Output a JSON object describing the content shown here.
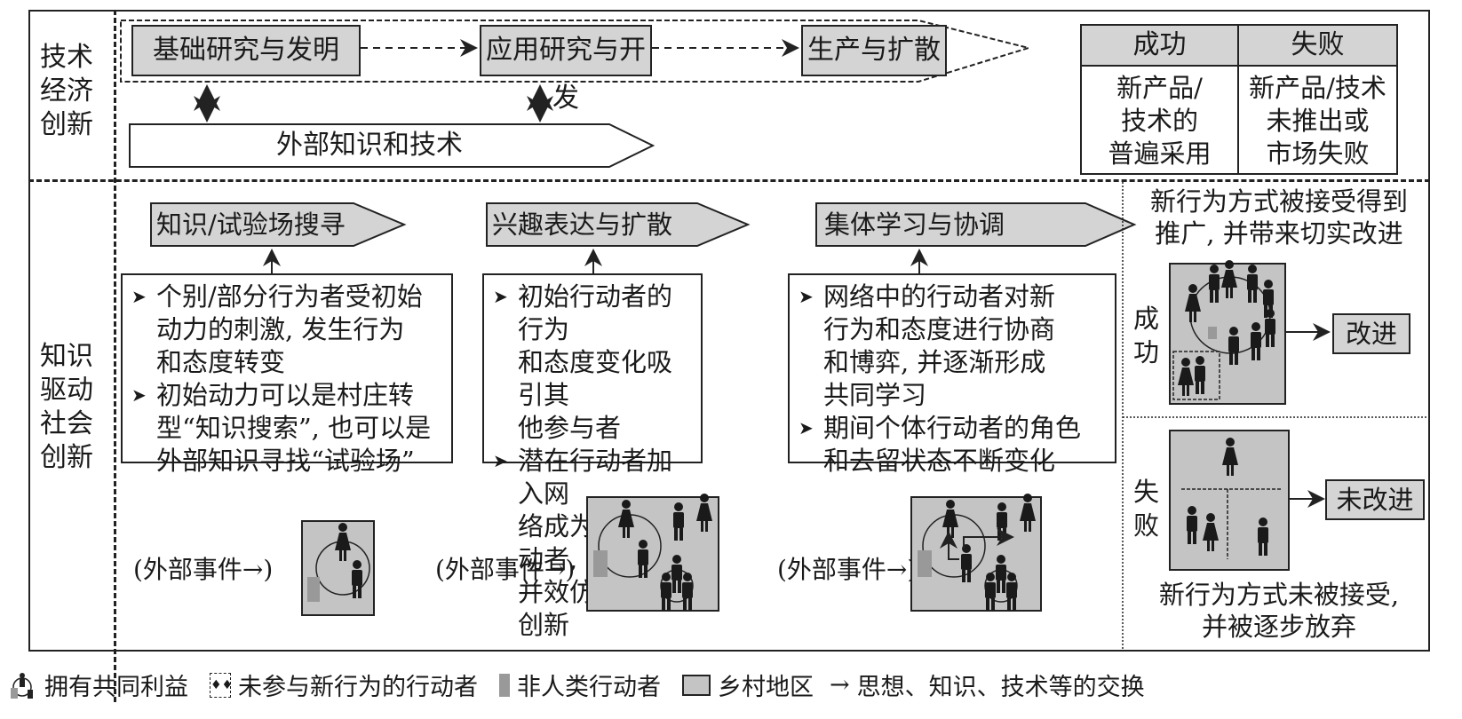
{
  "rows": {
    "tech": "技术经济创新",
    "tech_lines": [
      "技术",
      "经济",
      "创新"
    ],
    "social_lines": [
      "知识",
      "驱动",
      "社会",
      "创新"
    ]
  },
  "tech_flow": {
    "steps": [
      "基础研究与发明",
      "应用研究与开发",
      "生产与扩散"
    ],
    "external": "外部知识和技术"
  },
  "outcome_table": {
    "headers": [
      "成功",
      "失败"
    ],
    "success_lines": [
      "新产品/",
      "技术的",
      "普遍采用"
    ],
    "failure_lines": [
      "新产品/技术",
      "未推出或",
      "市场失败"
    ]
  },
  "social_stages": [
    {
      "title": "知识/试验场搜寻",
      "bullets": [
        [
          "个别/部分行为者受初始",
          "动力的刺激, 发生行为",
          "和态度转变"
        ],
        [
          "初始动力可以是村庄转",
          "型“知识搜索”, 也可以是",
          "外部知识寻找“试验场”"
        ]
      ],
      "event": "(外部事件→)"
    },
    {
      "title": "兴趣表达与扩散",
      "bullets": [
        [
          "初始行动者的行为",
          "和态度变化吸引其",
          "他参与者"
        ],
        [
          "潜在行动者加入网",
          "络成为新的行动者,",
          "并效仿和扩大创新"
        ]
      ],
      "event": "(外部事件→)"
    },
    {
      "title": "集体学习与协调",
      "bullets": [
        [
          "网络中的行动者对新",
          "行为和态度进行协商",
          "和博弈, 并逐渐形成",
          "共同学习"
        ],
        [
          "期间个体行动者的角色",
          "和去留状态不断变化"
        ]
      ],
      "event": "(外部事件→)"
    }
  ],
  "social_outcome": {
    "success_caption": [
      "新行为方式被接受得到",
      "推广, 并带来切实改进"
    ],
    "success_label": [
      "成",
      "功"
    ],
    "success_result": "改进",
    "failure_label": [
      "失",
      "败"
    ],
    "failure_result": "未改进",
    "failure_caption": [
      "新行为方式未被接受,",
      "并被逐步放弃"
    ]
  },
  "legend": [
    {
      "icon": "shared-interest-icon",
      "label": "拥有共同利益"
    },
    {
      "icon": "non-participant-icon",
      "label": "未参与新行为的行动者"
    },
    {
      "icon": "non-human-actor-icon",
      "label": "非人类行动者"
    },
    {
      "icon": "rural-area-icon",
      "label": "乡村地区"
    },
    {
      "icon": "arrow-icon",
      "label": "思想、知识、技术等的交换"
    }
  ],
  "colors": {
    "box_fill": "#d4d4d4",
    "area_fill": "#c4c4c4",
    "line": "#222222"
  }
}
